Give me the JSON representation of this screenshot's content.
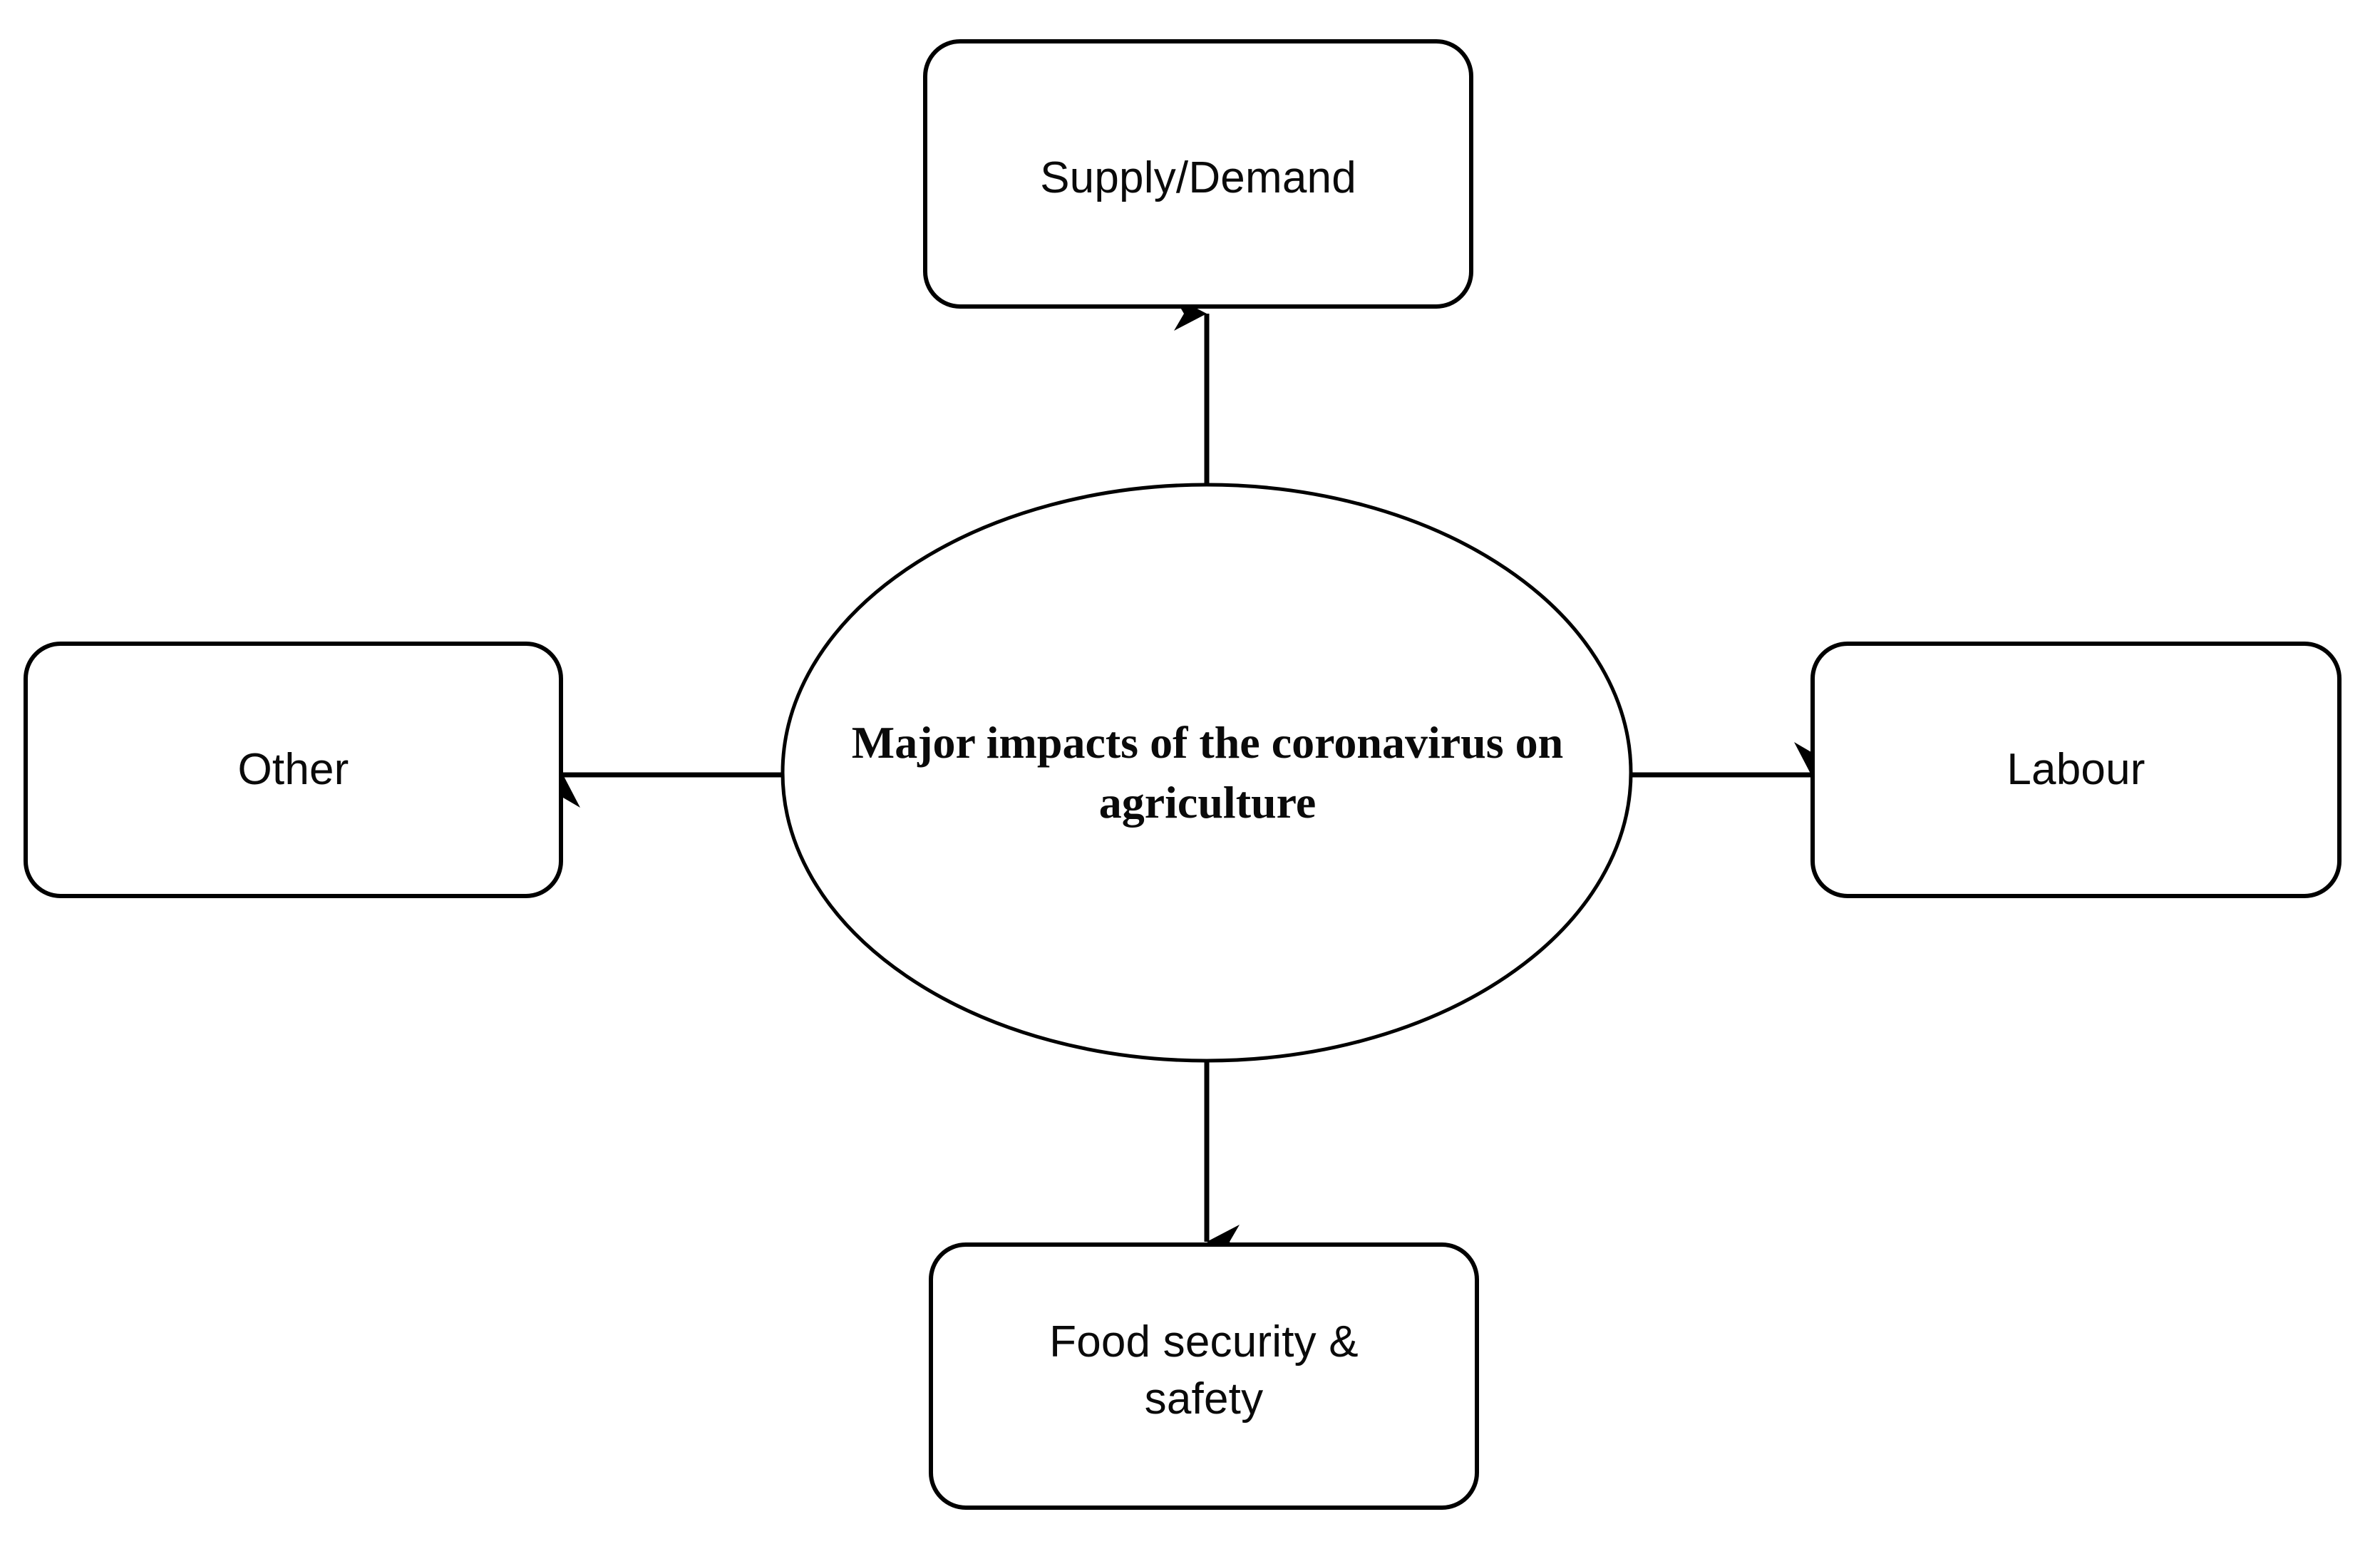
{
  "diagram": {
    "type": "radial-concept-map",
    "background_color": "#ffffff",
    "line_color": "#000000",
    "text_color": "#0a0a0a",
    "center": {
      "shape": "ellipse",
      "label": "Major impacts of the coronavirus on\nagriculture"
    },
    "nodes": [
      {
        "id": "supply-demand",
        "label": "Supply/Demand",
        "position": "top",
        "shape": "rounded-rectangle"
      },
      {
        "id": "labour",
        "label": "Labour",
        "position": "right",
        "shape": "rounded-rectangle"
      },
      {
        "id": "food-security",
        "label": "Food security &\nsafety",
        "position": "bottom",
        "shape": "rounded-rectangle"
      },
      {
        "id": "other",
        "label": "Other",
        "position": "left",
        "shape": "rounded-rectangle"
      }
    ],
    "connectors": [
      {
        "id": "center-to-supply-demand",
        "from": "center",
        "to": "supply-demand",
        "direction": "up",
        "arrowhead": "end"
      },
      {
        "id": "center-to-labour",
        "from": "center",
        "to": "labour",
        "direction": "right",
        "arrowhead": "end"
      },
      {
        "id": "center-to-food-security",
        "from": "center",
        "to": "food-security",
        "direction": "down",
        "arrowhead": "end"
      },
      {
        "id": "center-to-other",
        "from": "center",
        "to": "other",
        "direction": "left",
        "arrowhead": "end"
      }
    ]
  }
}
